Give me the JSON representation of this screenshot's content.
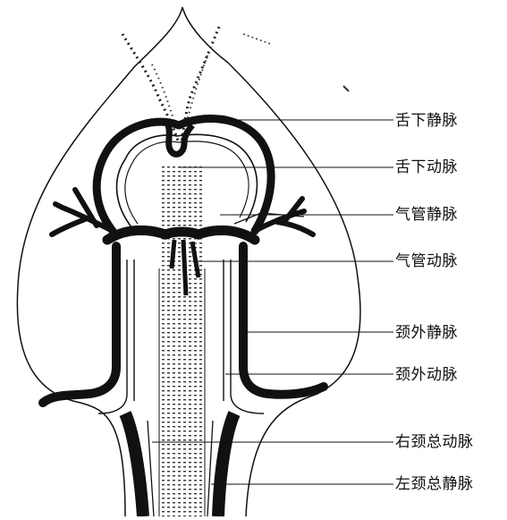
{
  "labels": {
    "hypoglossal_vein": "舌下静脉",
    "hypoglossal_artery": "舌下动脉",
    "tracheal_vein": "气管静脉",
    "tracheal_artery": "气管动脉",
    "external_jugular_vein": "颈外静脉",
    "external_jugular_artery": "颈外动脉",
    "right_common_carotid_artery": "右颈总动脉",
    "left_common_jugular_vein": "左颈总静脉"
  },
  "colors": {
    "ink": "#111111",
    "background": "#ffffff"
  }
}
